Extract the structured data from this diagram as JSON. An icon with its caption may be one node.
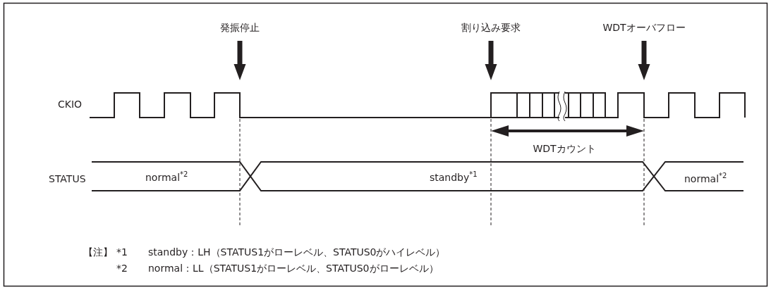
{
  "diagram": {
    "labels": [
      "発振停止",
      "割り込み要求",
      "WDTオーバフロー",
      "CKIO",
      "WDTカウント",
      "STATUS",
      "normal$^{*2}$",
      "standby$^{*1}$",
      "normal$^{*2}$",
      "【注】",
      "*1",
      "standby：LH（STATUS1がローレベル、STATUS0がハイレベル）",
      "*2",
      "normal：LL（STATUS1がローレベル、STATUS0がローレベル）"
    ]
  }
}
